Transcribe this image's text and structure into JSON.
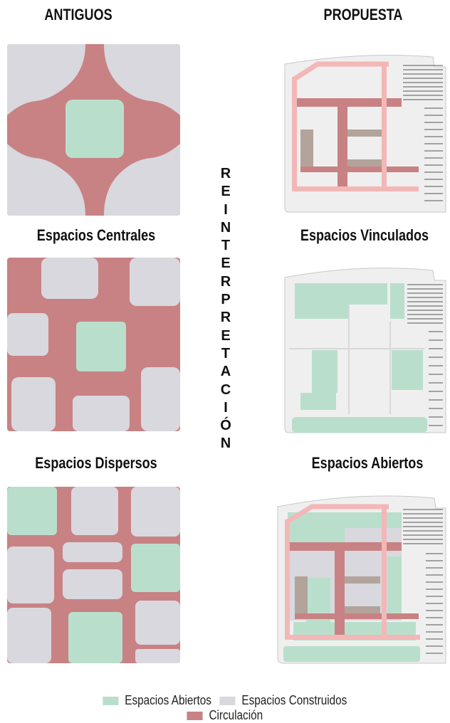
{
  "headers": {
    "left": "ANTIGUOS",
    "right": "PROPUESTA"
  },
  "vertical_text": "REINTERPRETACIÓN",
  "labels": {
    "left_1": "Espacios Centrales",
    "right_1": "Espacios Vinculados",
    "left_2": "Espacios Dispersos",
    "right_2": "Espacios Abiertos"
  },
  "legend": {
    "open": "Espacios Abiertos",
    "built": "Espacios Construidos",
    "circulation": "Circulación"
  },
  "colors": {
    "open": "#b9dfcc",
    "built": "#d8d8de",
    "circulation": "#c88284",
    "circulation_light": "#f3b7b7",
    "existing": "#b2a49a",
    "plan_bg": "#efefef"
  }
}
